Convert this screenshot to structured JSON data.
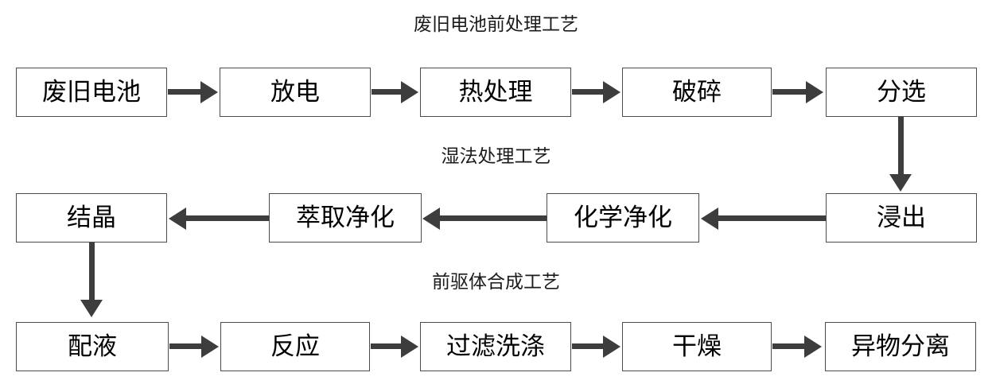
{
  "diagram": {
    "type": "flowchart",
    "background_color": "#ffffff",
    "box_border_color": "#4a4a4a",
    "arrow_color": "#3d3d3d",
    "text_color": "#000000",
    "sections": [
      {
        "id": "pretreatment",
        "title": "废旧电池前处理工艺",
        "flow_direction": "left-to-right",
        "nodes": [
          "废旧电池",
          "放电",
          "热处理",
          "破碎",
          "分选"
        ]
      },
      {
        "id": "hydrometallurgy",
        "title": "湿法处理工艺",
        "flow_direction": "right-to-left",
        "nodes": [
          "结晶",
          "萃取净化",
          "化学净化",
          "浸出"
        ]
      },
      {
        "id": "precursor",
        "title": "前驱体合成工艺",
        "flow_direction": "left-to-right",
        "nodes": [
          "配液",
          "反应",
          "过滤洗涤",
          "干燥",
          "异物分离"
        ]
      }
    ],
    "connectors": [
      {
        "from": "分选",
        "to": "浸出",
        "orientation": "vertical-down"
      },
      {
        "from": "结晶",
        "to": "配液",
        "orientation": "vertical-down"
      }
    ]
  },
  "row1": {
    "title": "废旧电池前处理工艺",
    "n0": "废旧电池",
    "n1": "放电",
    "n2": "热处理",
    "n3": "破碎",
    "n4": "分选"
  },
  "row2": {
    "title": "湿法处理工艺",
    "n0": "结晶",
    "n1": "萃取净化",
    "n2": "化学净化",
    "n3": "浸出"
  },
  "row3": {
    "title": "前驱体合成工艺",
    "n0": "配液",
    "n1": "反应",
    "n2": "过滤洗涤",
    "n3": "干燥",
    "n4": "异物分离"
  }
}
